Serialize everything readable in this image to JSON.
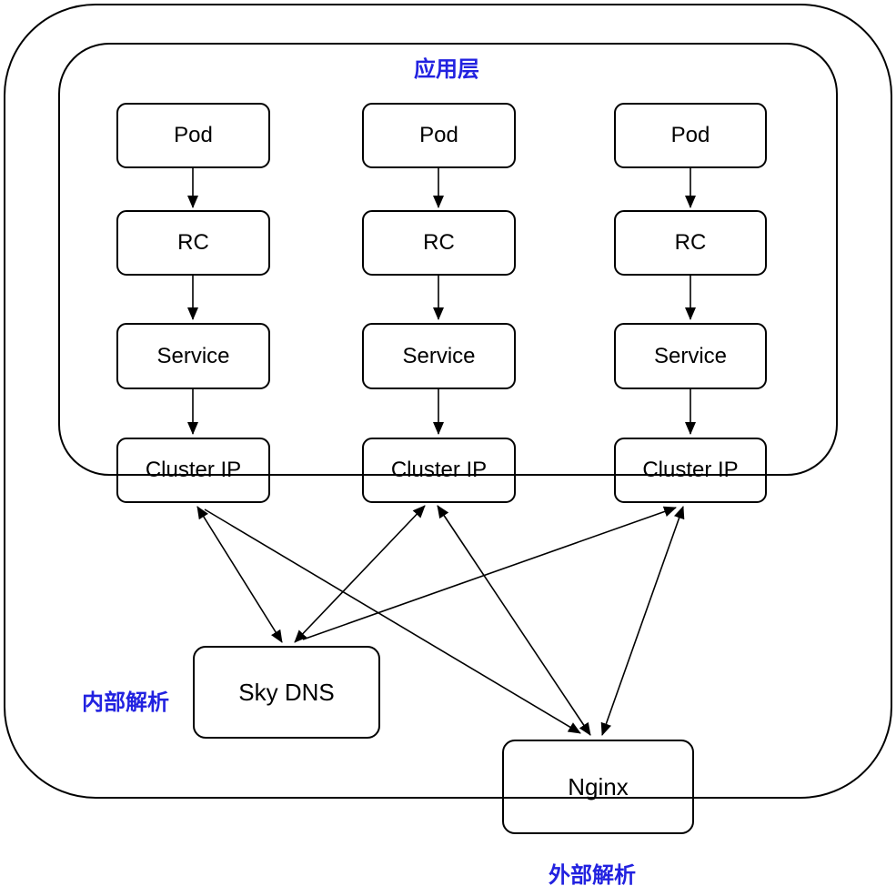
{
  "app_layer_label": "应用层",
  "captions": {
    "internal": "内部解析",
    "external": "外部解析"
  },
  "columns": [
    {
      "nodes": [
        "Pod",
        "RC",
        "Service",
        "Cluster IP"
      ]
    },
    {
      "nodes": [
        "Pod",
        "RC",
        "Service",
        "Cluster IP"
      ]
    },
    {
      "nodes": [
        "Pod",
        "RC",
        "Service",
        "Cluster IP"
      ]
    }
  ],
  "resolvers": {
    "sky_dns": "Sky DNS",
    "nginx": "Nginx"
  },
  "colors": {
    "line": "#000000",
    "label_blue": "#2222e0",
    "background": "#ffffff"
  }
}
